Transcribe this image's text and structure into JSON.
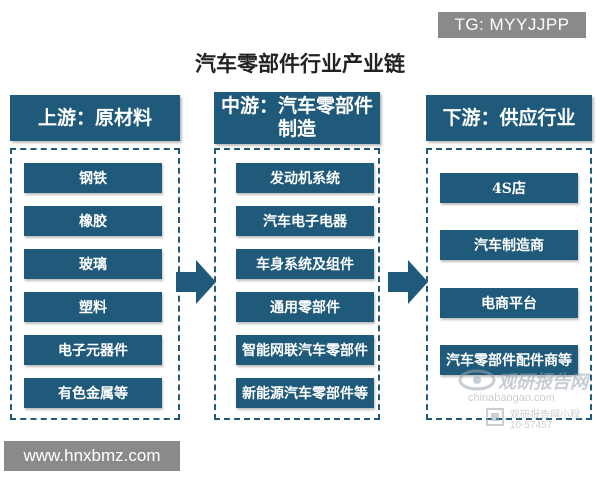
{
  "watermark_top": "TG: MYYJJPP",
  "title": "汽车零部件行业产业链",
  "columns": [
    {
      "header": "上游：原材料",
      "items": [
        "钢铁",
        "橡胶",
        "玻璃",
        "塑料",
        "电子元器件",
        "有色金属等"
      ]
    },
    {
      "header": "中游：汽车零部件制造",
      "items": [
        "发动机系统",
        "汽车电子电器",
        "车身系统及组件",
        "通用零部件",
        "智能网联汽车零部件",
        "新能源汽车零部件等"
      ]
    },
    {
      "header": "下游：供应行业",
      "items": [
        "4S店",
        "汽车制造商",
        "电商平台",
        "汽车零部件配件商等"
      ]
    }
  ],
  "watermark_site": {
    "brand": "观研报告网",
    "url": "chinabaogao.com",
    "sub": "观研报告网小程",
    "tel": "10-57457"
  },
  "watermark_bottom": "www.hnxbmz.com",
  "colors": {
    "primary": "#1f5a7a",
    "arrow": "#1f5a7a",
    "badge": "#8a8a8a"
  }
}
